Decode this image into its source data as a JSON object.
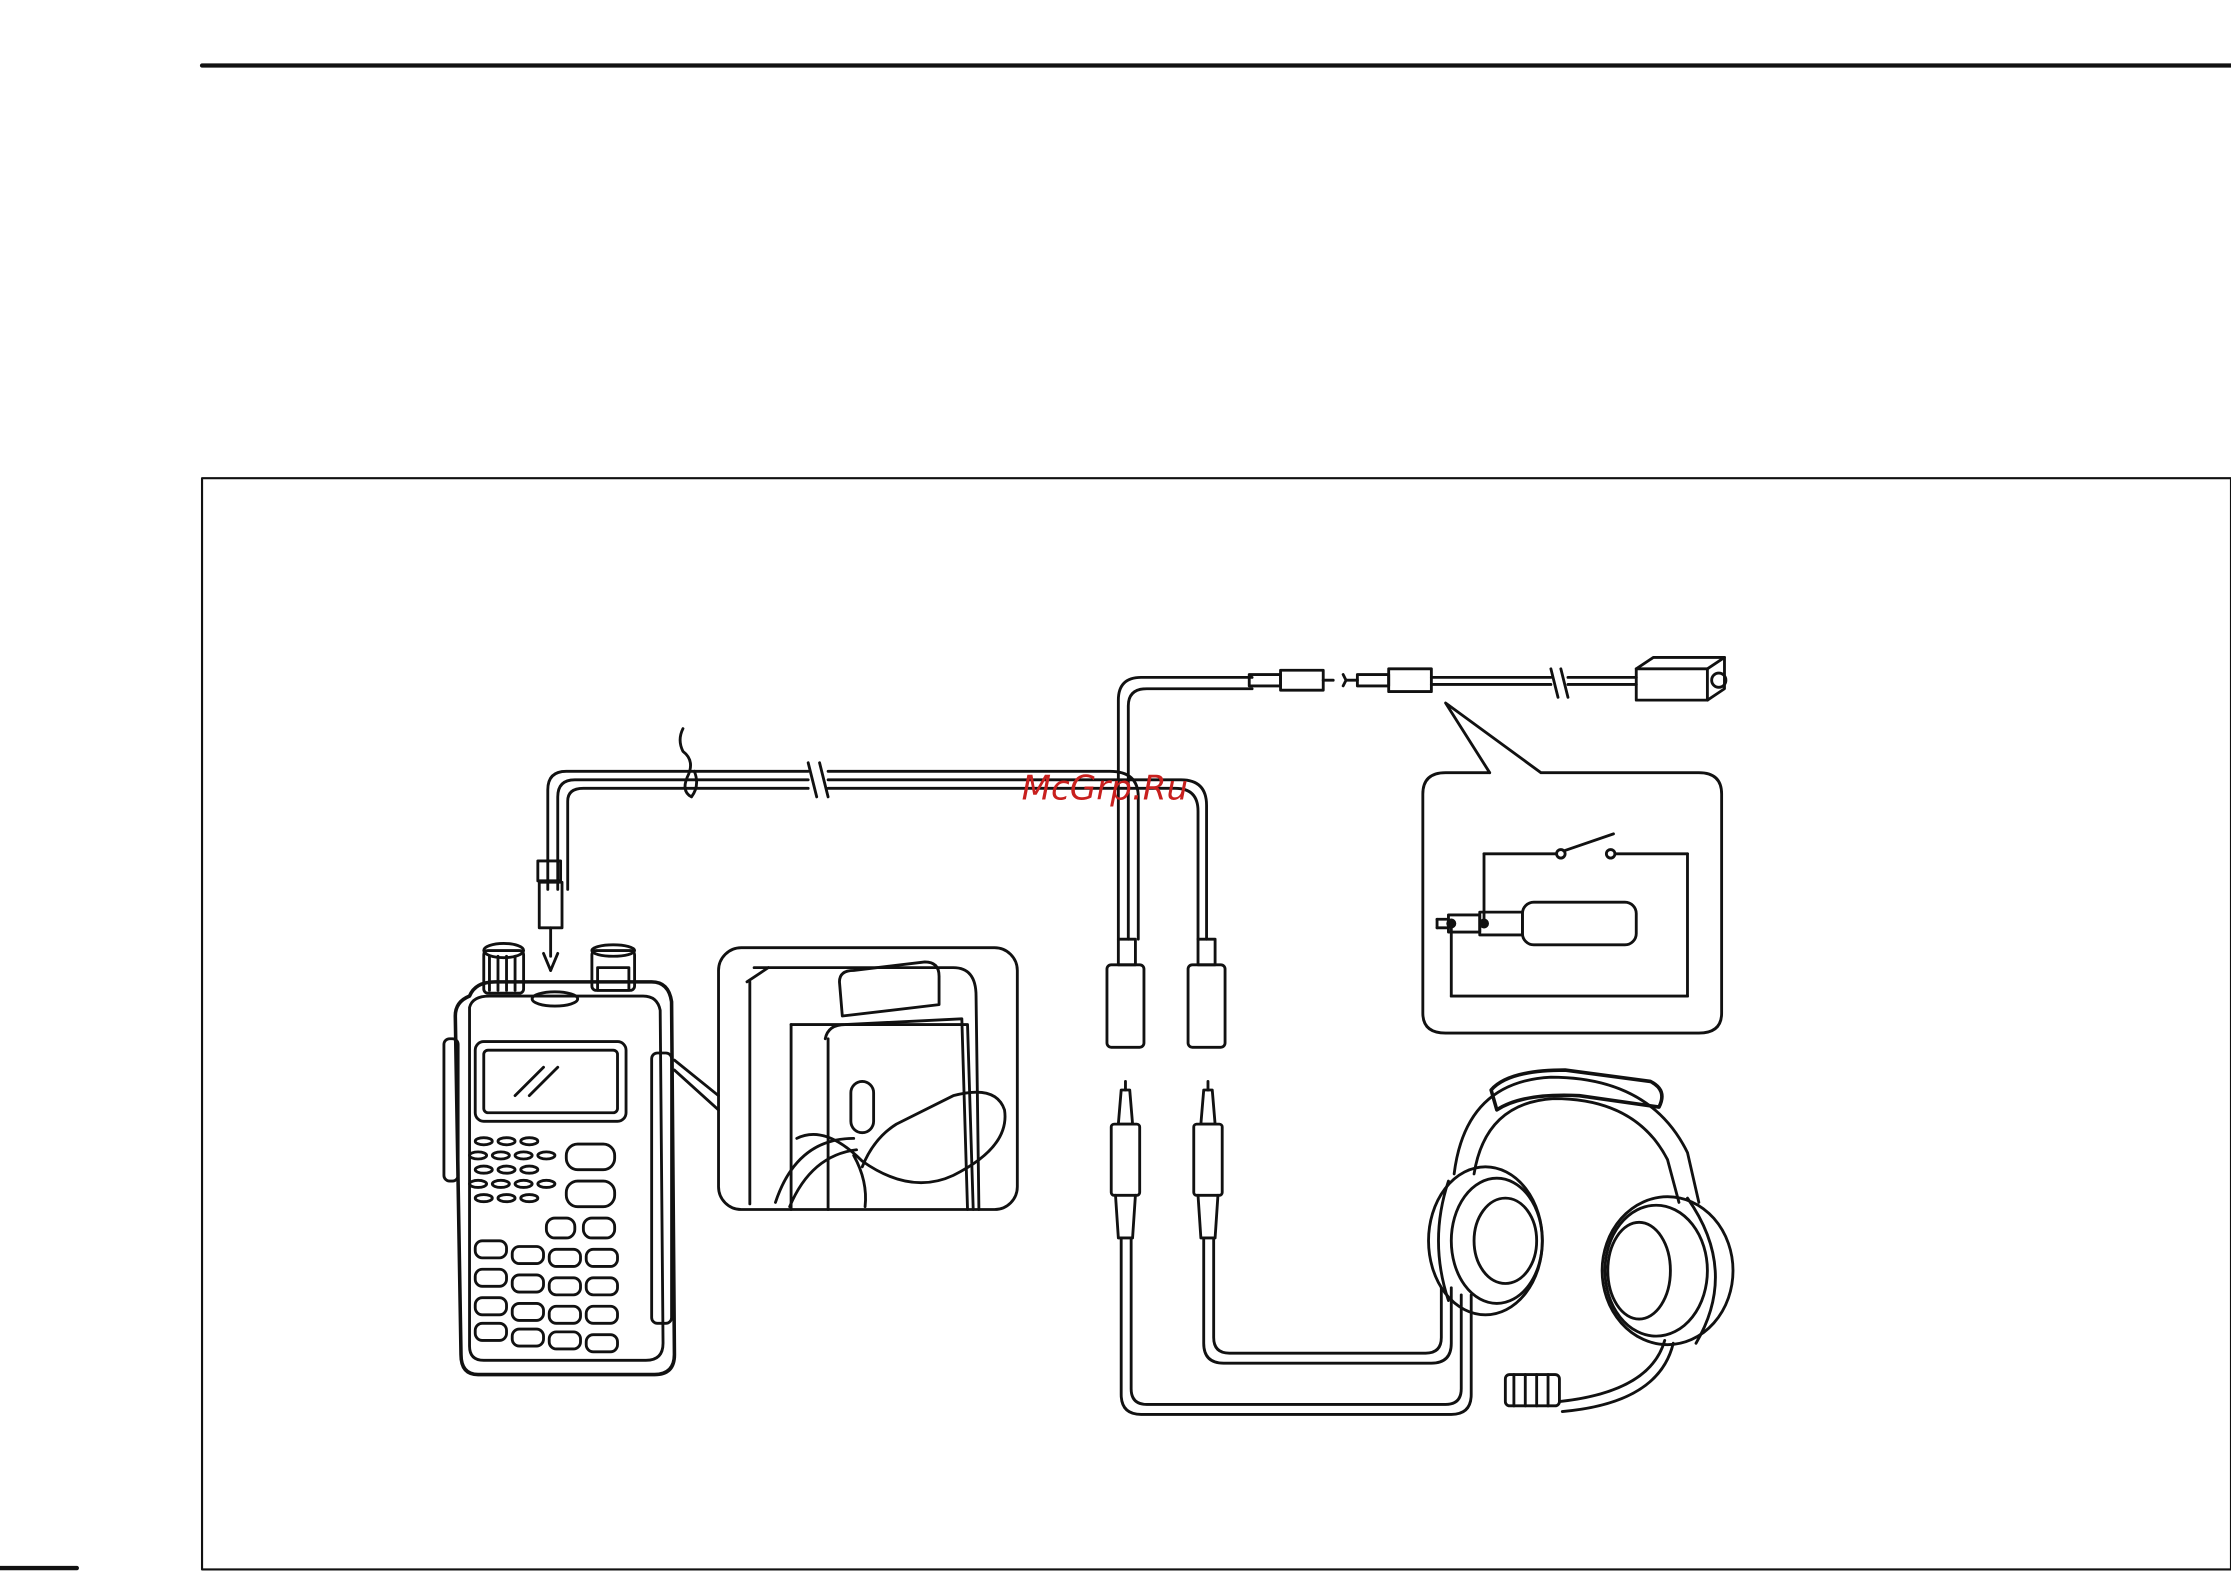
{
  "watermark": {
    "text": "McGrp.Ru",
    "color": "#c8201e"
  },
  "diagram": {
    "line_color": "#111111",
    "components": [
      "handheld-transceiver",
      "belt-clip-detail",
      "headset-adapter-cable",
      "ptt-switch-cable",
      "ptt-schematic-callout",
      "aviation-headset"
    ]
  }
}
